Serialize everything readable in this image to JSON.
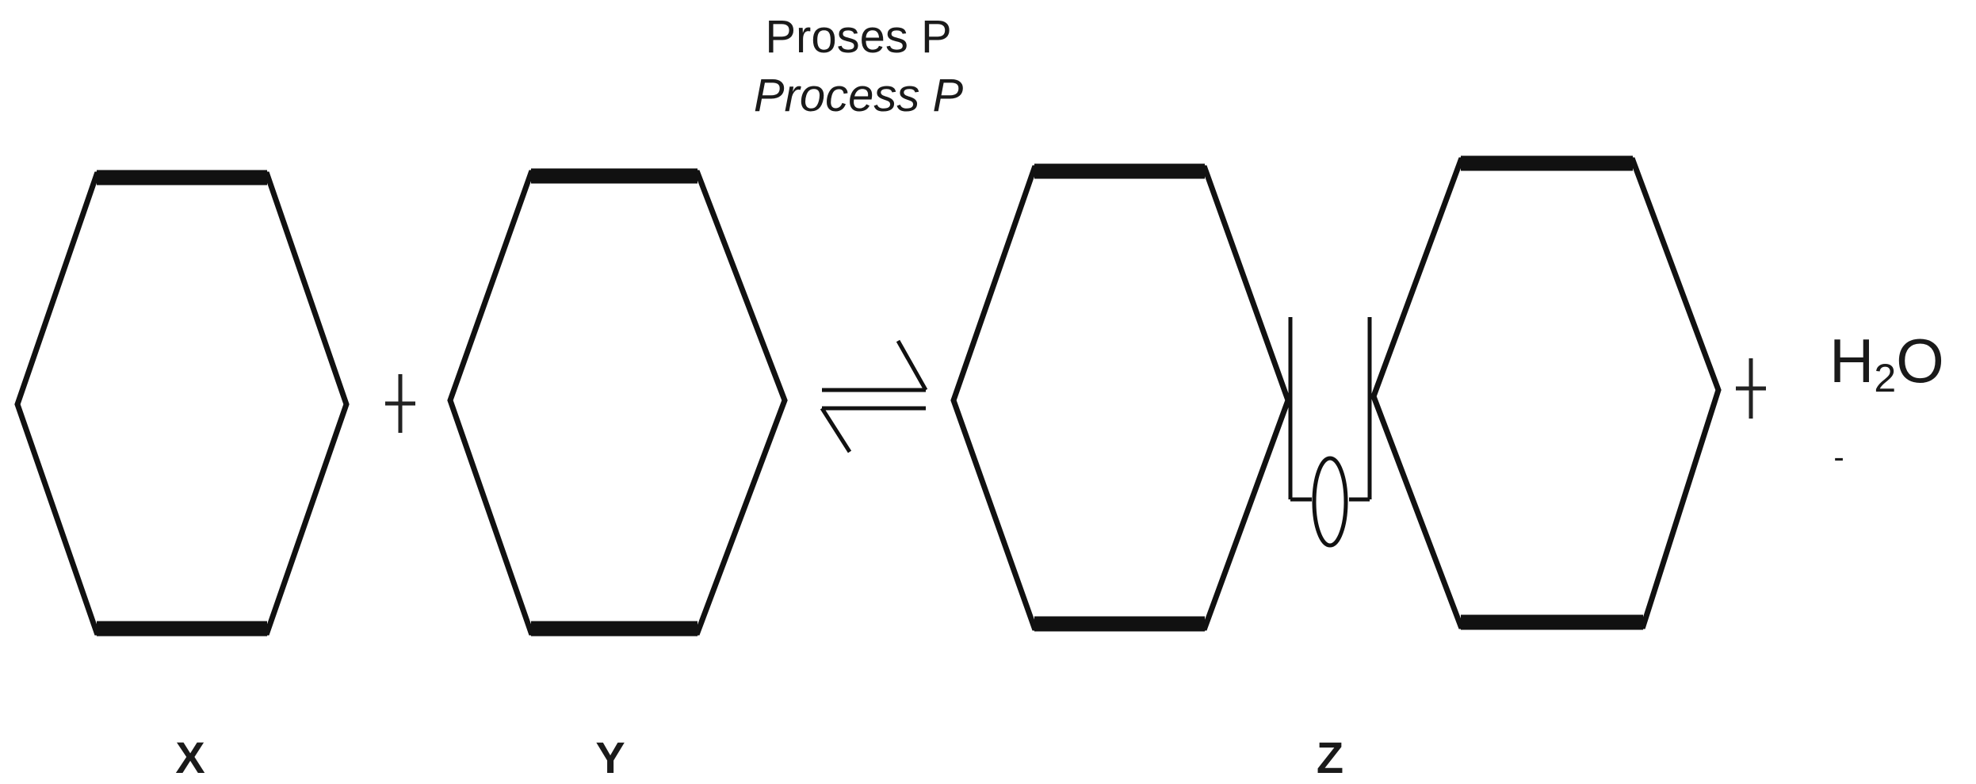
{
  "process": {
    "title_ms": "Proses P",
    "title_en": "Process P"
  },
  "molecules": {
    "x_label": "X",
    "y_label": "Y",
    "z_label": "Z"
  },
  "product": {
    "water_main": "H",
    "water_subscript": "2",
    "water_tail": "O",
    "minus_mark": "-"
  },
  "symbols": {
    "plus_1": "plus-sign",
    "plus_2": "plus-sign",
    "reversible_arrow": "equilibrium-arrow-icon"
  },
  "colors": {
    "stroke": "#111111",
    "text": "#1a1a1a",
    "background": "#ffffff"
  }
}
